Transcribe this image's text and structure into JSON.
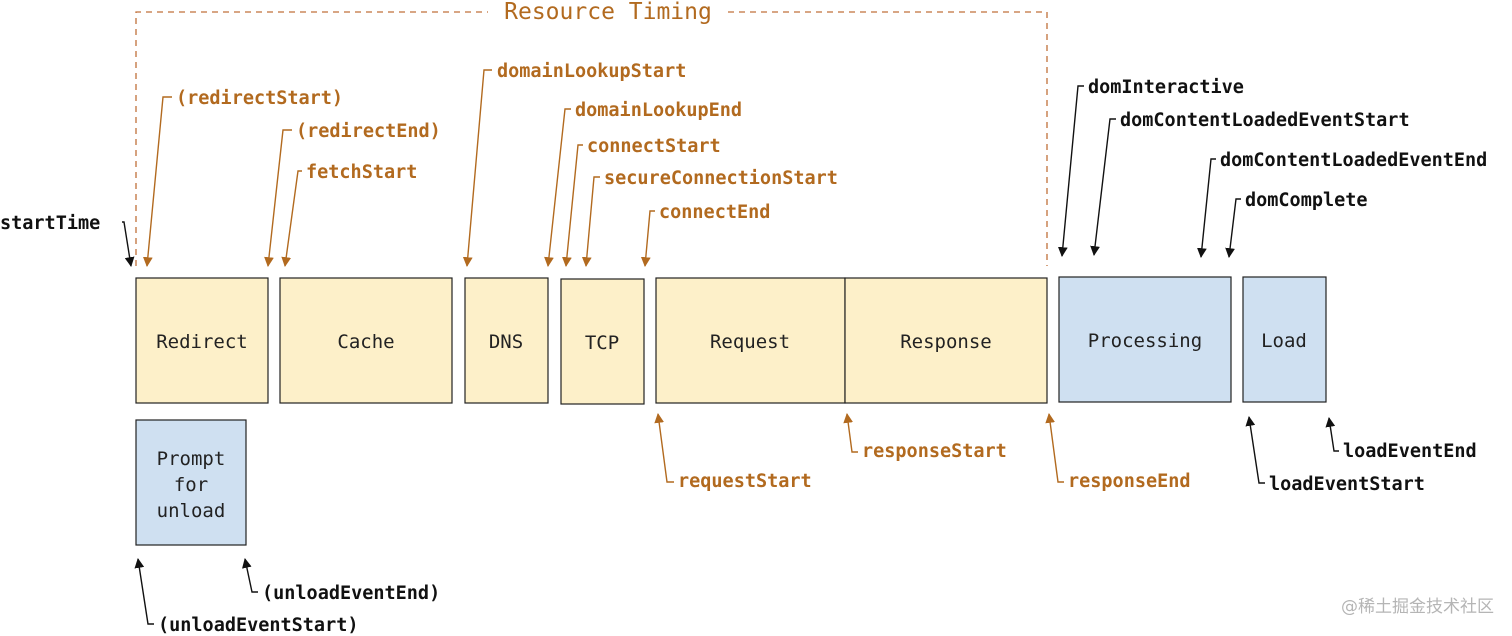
{
  "title": "Resource Timing",
  "colors": {
    "resource_fill": "#fdf0c9",
    "page_fill": "#cfe0f1",
    "box_stroke": "#222222",
    "resource_label": "#b26a1f",
    "page_label": "#111111",
    "frame": "#c0703a",
    "watermark": "#b5b5b5"
  },
  "phases": {
    "redirect": "Redirect",
    "cache": "Cache",
    "dns": "DNS",
    "tcp": "TCP",
    "request": "Request",
    "response": "Response",
    "processing": "Processing",
    "load": "Load",
    "prompt_line1": "Prompt",
    "prompt_line2": "for",
    "prompt_line3": "unload"
  },
  "markers": {
    "startTime": "startTime",
    "redirectStart": "(redirectStart)",
    "redirectEnd": "(redirectEnd)",
    "fetchStart": "fetchStart",
    "domainLookupStart": "domainLookupStart",
    "domainLookupEnd": "domainLookupEnd",
    "connectStart": "connectStart",
    "secureConnectionStart": "secureConnectionStart",
    "connectEnd": "connectEnd",
    "requestStart": "requestStart",
    "responseStart": "responseStart",
    "responseEnd": "responseEnd",
    "domInteractive": "domInteractive",
    "domContentLoadedEventStart": "domContentLoadedEventStart",
    "domContentLoadedEventEnd": "domContentLoadedEventEnd",
    "domComplete": "domComplete",
    "loadEventStart": "loadEventStart",
    "loadEventEnd": "loadEventEnd",
    "unloadEventStart": "(unloadEventStart)",
    "unloadEventEnd": "(unloadEventEnd)"
  },
  "watermark": "@稀土掘金技术社区"
}
